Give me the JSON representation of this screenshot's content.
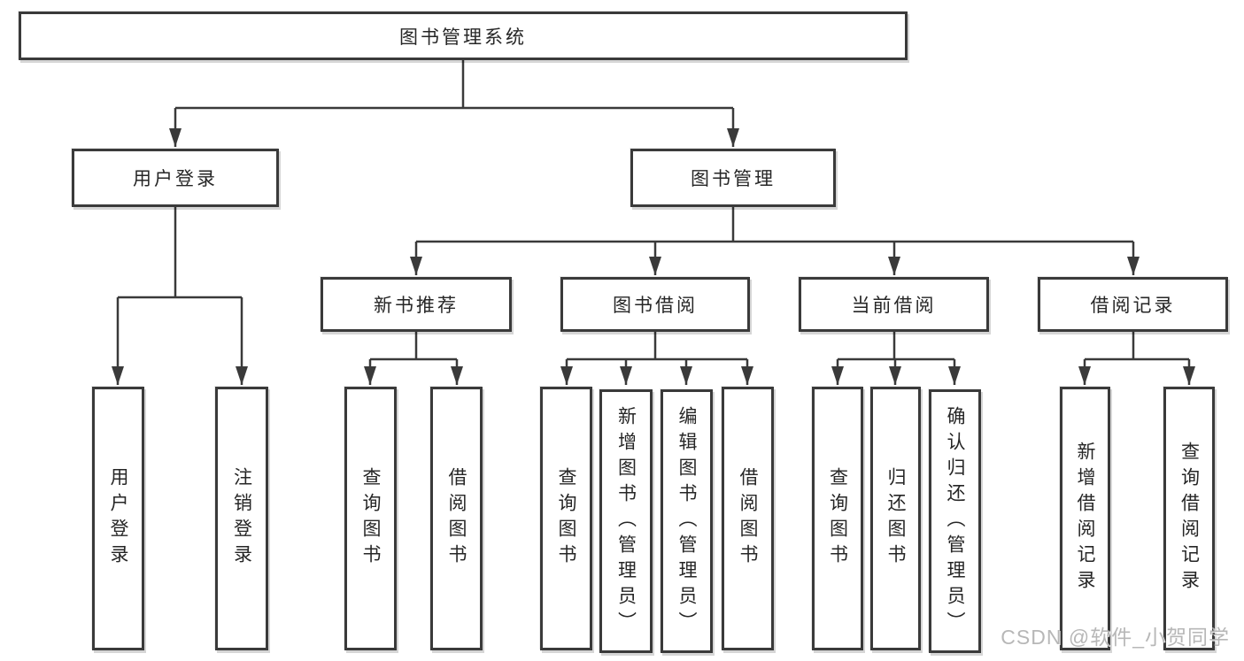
{
  "diagram": {
    "title_hint": "library-management-system-function-tree",
    "root": {
      "label": "图书管理系统"
    },
    "branches": [
      {
        "label": "用户登录",
        "children": [
          {
            "label": "用户登录"
          },
          {
            "label": "注销登录"
          }
        ]
      },
      {
        "label": "图书管理",
        "children": [
          {
            "label": "新书推荐",
            "children": [
              {
                "label": "查询图书"
              },
              {
                "label": "借阅图书"
              }
            ]
          },
          {
            "label": "图书借阅",
            "children": [
              {
                "label": "查询图书"
              },
              {
                "label": "新增图书（管理员）"
              },
              {
                "label": "编辑图书（管理员）"
              },
              {
                "label": "借阅图书"
              }
            ]
          },
          {
            "label": "当前借阅",
            "children": [
              {
                "label": "查询图书"
              },
              {
                "label": "归还图书"
              },
              {
                "label": "确认归还（管理员）"
              }
            ]
          },
          {
            "label": "借阅记录",
            "children": [
              {
                "label": "新增借阅记录"
              },
              {
                "label": "查询借阅记录"
              }
            ]
          }
        ]
      }
    ]
  },
  "watermark": {
    "text": "CSDN @软件_小贺同学"
  },
  "colors": {
    "line": "#3a3a3a",
    "box_border": "#3a3a3a",
    "box_fill": "#ffffff",
    "text": "#262626",
    "background": "#ffffff",
    "watermark": "#aaaaaa"
  }
}
